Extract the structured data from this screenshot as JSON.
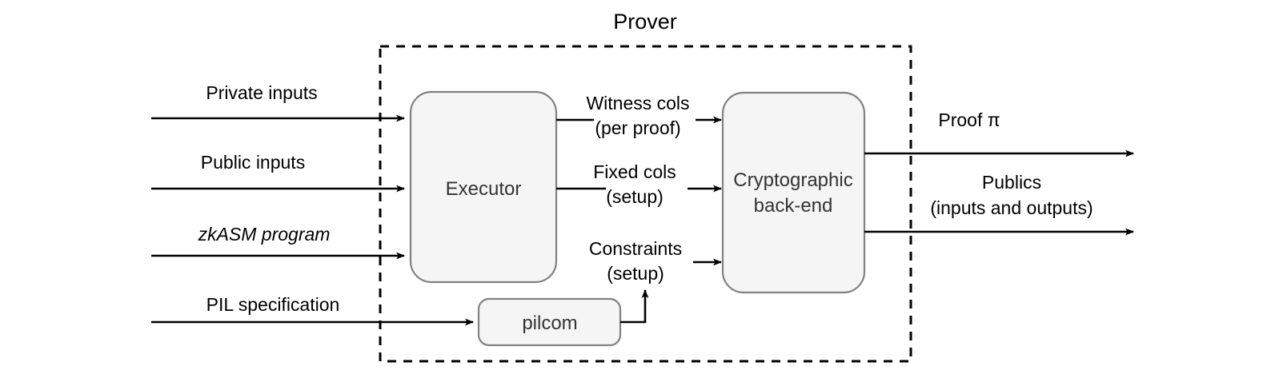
{
  "diagram": {
    "title": "Prover",
    "boundary_style": "dashed",
    "colors": {
      "node_fill": "#f5f5f5",
      "node_stroke": "#828282",
      "line": "#000000",
      "text": "#000000",
      "node_text": "#333333",
      "background": "#ffffff"
    },
    "nodes": [
      {
        "id": "executor",
        "label": "Executor"
      },
      {
        "id": "crypto-backend",
        "label_line1": "Cryptographic",
        "label_line2": "back-end"
      },
      {
        "id": "pilcom",
        "label": "pilcom"
      }
    ],
    "inputs": [
      {
        "id": "private-inputs",
        "label": "Private inputs",
        "italic": false
      },
      {
        "id": "public-inputs",
        "label": "Public inputs",
        "italic": false
      },
      {
        "id": "zkasm-program",
        "label": "zkASM program",
        "italic": true
      },
      {
        "id": "pil-specification",
        "label": "PIL specification",
        "italic": false
      }
    ],
    "intermediate": [
      {
        "id": "witness-cols",
        "line1": "Witness cols",
        "line2": "(per proof)"
      },
      {
        "id": "fixed-cols",
        "line1": "Fixed cols",
        "line2": "(setup)"
      },
      {
        "id": "constraints",
        "line1": "Constraints",
        "line2": "(setup)"
      }
    ],
    "outputs": [
      {
        "id": "proof",
        "line1": "Proof π",
        "line2": ""
      },
      {
        "id": "publics",
        "line1": "Publics",
        "line2": "(inputs and outputs)"
      }
    ]
  }
}
